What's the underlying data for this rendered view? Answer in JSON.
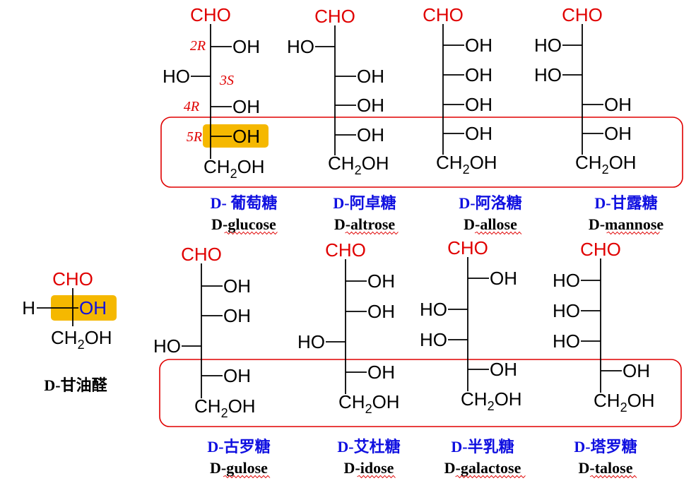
{
  "colors": {
    "cho": "#e00000",
    "chinese_name": "#1010e0",
    "english_name": "#000000",
    "highlight": "#f5b800",
    "frame": "#e00000",
    "config_label": "#e00000"
  },
  "glyphs": {
    "cho": "CHO",
    "oh": "OH",
    "ho": "HO",
    "h": "H",
    "ch2oh_a": "CH",
    "ch2oh_sub": "2",
    "ch2oh_b": "OH"
  },
  "config_labels": [
    "2R",
    "3S",
    "4R",
    "5R"
  ],
  "glyceraldehyde": {
    "name_cn": "D-甘油醛",
    "groups": [
      "H",
      "OH"
    ]
  },
  "sugars": [
    {
      "name_cn": "D- 葡萄糖",
      "name_en": "D-glucose",
      "oh_sides": [
        "R",
        "L",
        "R",
        "R"
      ]
    },
    {
      "name_cn": "D-阿卓糖",
      "name_en": "D-altrose",
      "oh_sides": [
        "L",
        "R",
        "R",
        "R"
      ]
    },
    {
      "name_cn": "D-阿洛糖",
      "name_en": "D-allose",
      "oh_sides": [
        "R",
        "R",
        "R",
        "R"
      ]
    },
    {
      "name_cn": "D-甘露糖",
      "name_en": "D-mannose",
      "oh_sides": [
        "L",
        "L",
        "R",
        "R"
      ]
    },
    {
      "name_cn": "D-古罗糖",
      "name_en": "D-gulose",
      "oh_sides": [
        "R",
        "R",
        "L",
        "R"
      ]
    },
    {
      "name_cn": "D-艾杜糖",
      "name_en": "D-idose",
      "oh_sides": [
        "R",
        "R",
        "L",
        "R"
      ]
    },
    {
      "name_cn": "D-半乳糖",
      "name_en": "D-galactose",
      "oh_sides": [
        "R",
        "L",
        "L",
        "R"
      ]
    },
    {
      "name_cn": "D-塔罗糖",
      "name_en": "D-talose",
      "oh_sides": [
        "L",
        "L",
        "L",
        "R"
      ]
    }
  ]
}
